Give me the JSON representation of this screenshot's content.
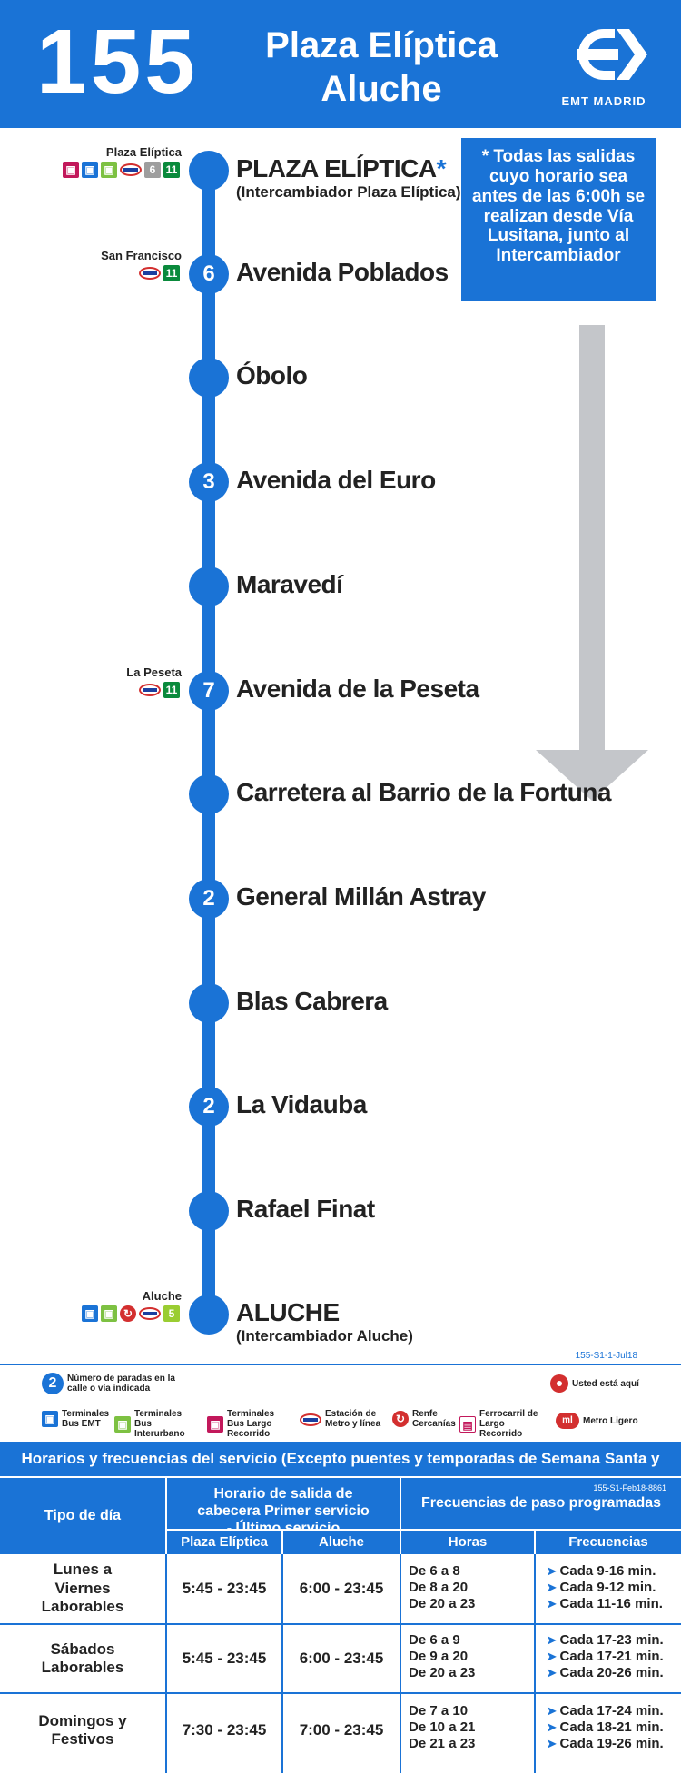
{
  "header": {
    "line_number": "155",
    "dest_origin": "Plaza Elíptica",
    "dest_end": "Aluche",
    "brand": "EMT MADRID",
    "brand_color": "#1a73d6"
  },
  "note": "* Todas las salidas cuyo horario sea antes de las 6:00h se realizan desde Vía Lusitana, junto al Intercambiador",
  "stops": [
    {
      "name": "PLAZA ELÍPTICA",
      "asterisk": "*",
      "sub": "(Intercambiador Plaza Elíptica)",
      "count": "",
      "conn_label": "Plaza Elíptica",
      "conn": [
        "long",
        "bus",
        "inter",
        "metro",
        "6",
        "11"
      ]
    },
    {
      "name": "Avenida Poblados",
      "count": "6",
      "conn_label": "San Francisco",
      "conn": [
        "metro",
        "11"
      ]
    },
    {
      "name": "Óbolo",
      "count": ""
    },
    {
      "name": "Avenida del Euro",
      "count": "3"
    },
    {
      "name": "Maravedí",
      "count": ""
    },
    {
      "name": "Avenida de la Peseta",
      "count": "7",
      "conn_label": "La Peseta",
      "conn": [
        "metro",
        "11"
      ]
    },
    {
      "name": "Carretera al Barrio de la Fortuna",
      "count": ""
    },
    {
      "name": "General Millán Astray",
      "count": "2"
    },
    {
      "name": "Blas Cabrera",
      "count": ""
    },
    {
      "name": "La Vidauba",
      "count": "2"
    },
    {
      "name": "Rafael Finat",
      "count": ""
    },
    {
      "name": "ALUCHE",
      "sub": "(Intercambiador Aluche)",
      "count": "",
      "conn_label": "Aluche",
      "conn": [
        "bus",
        "inter",
        "renfe",
        "metro",
        "5"
      ]
    }
  ],
  "map_code": "155-S1-1-Jul18",
  "legend": {
    "stops_count": "Número de paradas en la calle o vía indicada",
    "stops_count_sample": "2",
    "you_are_here": "Usted está aquí",
    "bus_emt": "Terminales Bus EMT",
    "interurbano": "Terminales Bus Interurbano",
    "largo": "Terminales Bus Largo Recorrido",
    "metro": "Estación de Metro y línea",
    "renfe": "Renfe Cercanías",
    "ferrocarril": "Ferrocarril de Largo Recorrido",
    "metro_ligero": "Metro Ligero",
    "ml_icon": "ml"
  },
  "timetable": {
    "title": "Horarios y frecuencias del servicio (Excepto puentes y temporadas de Semana Santa y Verano)",
    "code": "155-S1-Feb18-8861",
    "col_tipo": "Tipo de día",
    "col_horario": "Horario de salida de cabecera Primer servicio - Último servicio",
    "col_frecuencias_group": "Frecuencias de paso programadas",
    "col_origin": "Plaza Elíptica",
    "col_dest": "Aluche",
    "col_horas": "Horas",
    "col_frecuencias": "Frecuencias",
    "rows": [
      {
        "tipo": "Lunes a Viernes Laborables",
        "origin": "5:45 - 23:45",
        "dest": "6:00 - 23:45",
        "horas": [
          "De 6 a 8",
          "De 8 a 20",
          "De 20 a 23"
        ],
        "freqs": [
          "Cada 9-16 min.",
          "Cada 9-12 min.",
          "Cada 11-16 min."
        ]
      },
      {
        "tipo": "Sábados Laborables",
        "origin": "5:45 - 23:45",
        "dest": "6:00 - 23:45",
        "horas": [
          "De 6 a 9",
          "De 9 a 20",
          "De 20 a 23"
        ],
        "freqs": [
          "Cada 17-23 min.",
          "Cada 17-21 min.",
          "Cada 20-26 min."
        ]
      },
      {
        "tipo": "Domingos y Festivos",
        "origin": "7:30 - 23:45",
        "dest": "7:00 - 23:45",
        "horas": [
          "De 7 a 10",
          "De 10 a 21",
          "De 21 a 23"
        ],
        "freqs": [
          "Cada 17-24 min.",
          "Cada 18-21 min.",
          "Cada 19-26 min."
        ]
      }
    ]
  }
}
